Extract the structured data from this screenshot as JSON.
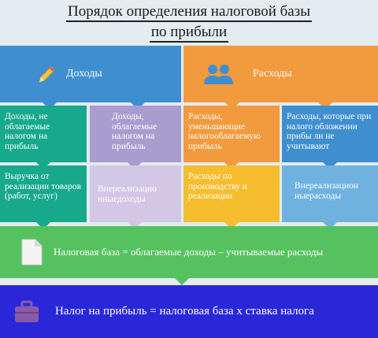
{
  "title": {
    "line1": "Порядок определения налоговой базы",
    "line2": "по прибыли"
  },
  "headers": {
    "income": "Доходы",
    "expenses": "Расходы"
  },
  "cells": {
    "income_nontaxable": "Доходы, не облагаемые налогом на прибыль",
    "income_taxable": "Доходы, облагаемые налогом на прибыль",
    "expense_reducing": "Расходы, уменьшающие налогооблагаемую прибыль",
    "expense_not_counted": "Расходы, которые при налого обложении прибы ли не учитывают",
    "revenue": "Выручка от реализации товаров (работ, услуг)",
    "nonop_income": "Внереализацио нныедоходы",
    "production_expenses": "Расходы по производству и реализации",
    "nonop_expenses": "Внереализацион ныерасходы"
  },
  "formulas": {
    "tax_base": "Налоговая база = облагаемые доходы – учитываемые расходы",
    "profit_tax": "Налог на прибыль = налоговая база х ставка налога"
  },
  "icons": {
    "income": "pencil-icon",
    "expenses": "users-icon",
    "tax_base": "document-icon",
    "profit_tax": "briefcase-icon"
  },
  "colors": {
    "income_header": "#3f8fd0",
    "expenses_header": "#f29a3e",
    "teal": "#18a88c",
    "lavender": "#a99ccf",
    "orange": "#f29a3e",
    "blue": "#3f8fd0",
    "lavender_light": "#d2c8e6",
    "yellow": "#f6bd2e",
    "sky": "#6fb2e0",
    "green": "#56c25f",
    "navy": "#2a27d9"
  }
}
